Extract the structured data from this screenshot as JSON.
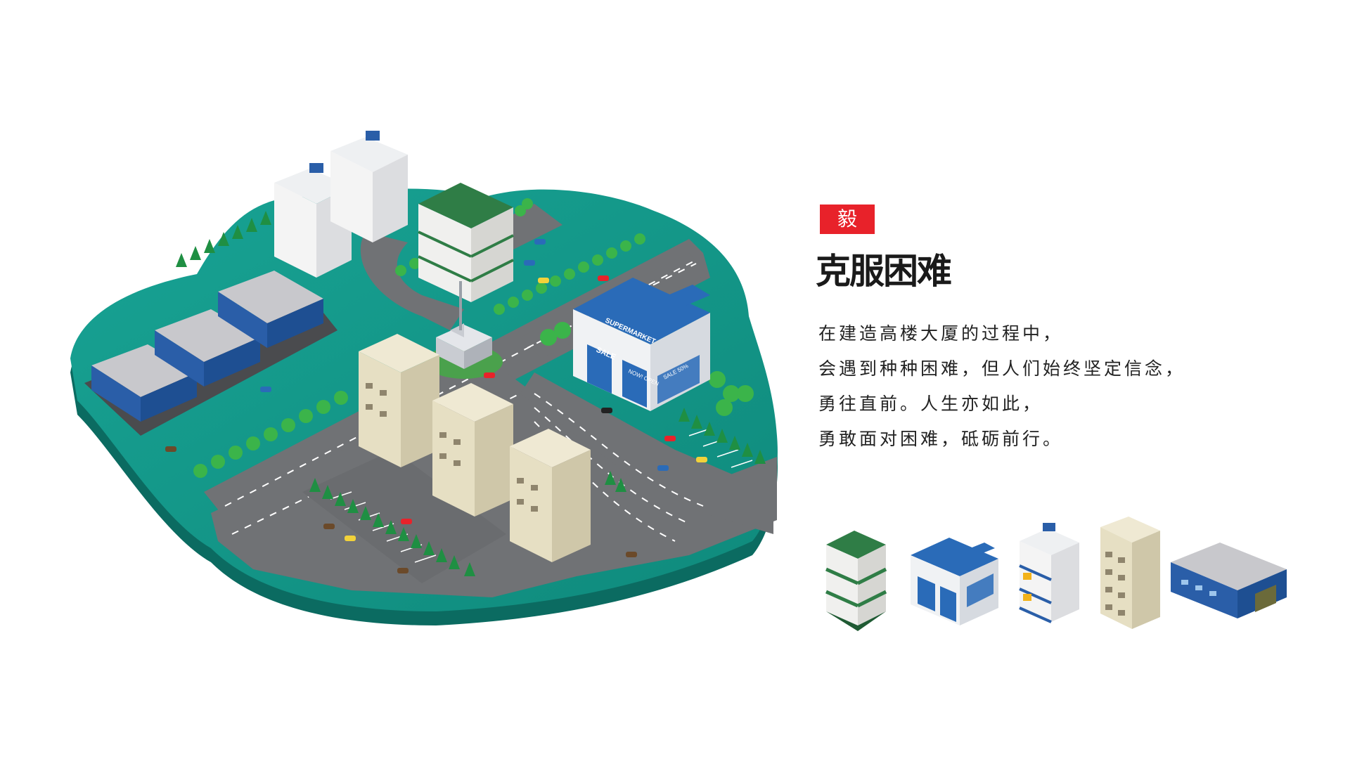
{
  "badge": {
    "label": "毅"
  },
  "headline": "克服困难",
  "body_lines": [
    "在建造高楼大厦的过程中，",
    "会遇到种种困难，但人们始终坚定信念，",
    "勇往直前。人生亦如此，",
    "勇敢面对困难，砥砺前行。"
  ],
  "signage": {
    "supermarket": "SUPERMARKET",
    "sale": "SALE",
    "now_open": "NOW! OPEN",
    "sale_percent": "SALE 50%"
  },
  "colors": {
    "ground_top": "#159b8a",
    "ground_side": "#0c6f64",
    "road": "#6b6d70",
    "road_line": "#ffffff",
    "lot": "#4a4b4e",
    "accent_red": "#e8222a",
    "blue": "#2a6bb8",
    "green_roof": "#2f7d46",
    "beige": "#ece6cf",
    "tree": "#3bb44a"
  },
  "icons": [
    "green-office-icon",
    "supermarket-icon",
    "apartment-icon",
    "tower-icon",
    "warehouse-icon"
  ]
}
